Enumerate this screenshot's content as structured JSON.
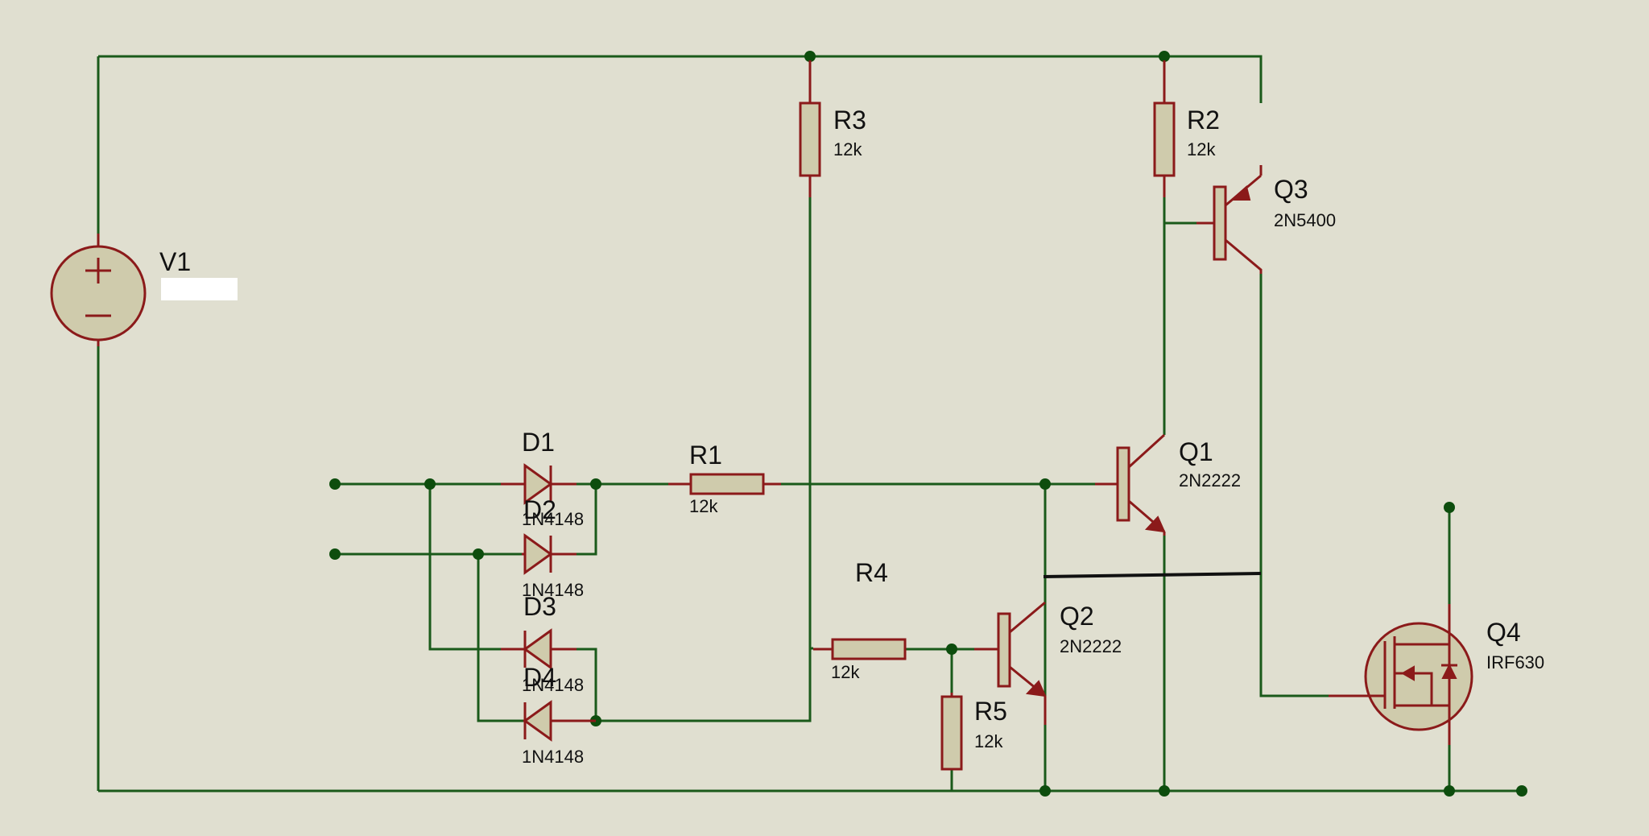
{
  "components": {
    "V1": {
      "ref": "V1",
      "value": ""
    },
    "R1": {
      "ref": "R1",
      "value": "12k"
    },
    "R2": {
      "ref": "R2",
      "value": "12k"
    },
    "R3": {
      "ref": "R3",
      "value": "12k"
    },
    "R4": {
      "ref": "R4",
      "value": "12k"
    },
    "R5": {
      "ref": "R5",
      "value": "12k"
    },
    "D1": {
      "ref": "D1",
      "value": "1N4148"
    },
    "D2": {
      "ref": "D2",
      "value": "1N4148"
    },
    "D3": {
      "ref": "D3",
      "value": "1N4148"
    },
    "D4": {
      "ref": "D4",
      "value": "1N4148"
    },
    "Q1": {
      "ref": "Q1",
      "value": "2N2222"
    },
    "Q2": {
      "ref": "Q2",
      "value": "2N2222"
    },
    "Q3": {
      "ref": "Q3",
      "value": "2N5400"
    },
    "Q4": {
      "ref": "Q4",
      "value": "IRF630"
    }
  },
  "colors": {
    "background": "#e0dfd0",
    "wire": "#1a5a1a",
    "component": "#8b1a1a",
    "component_fill": "#cfcbac",
    "junction": "#0d4d0d"
  }
}
